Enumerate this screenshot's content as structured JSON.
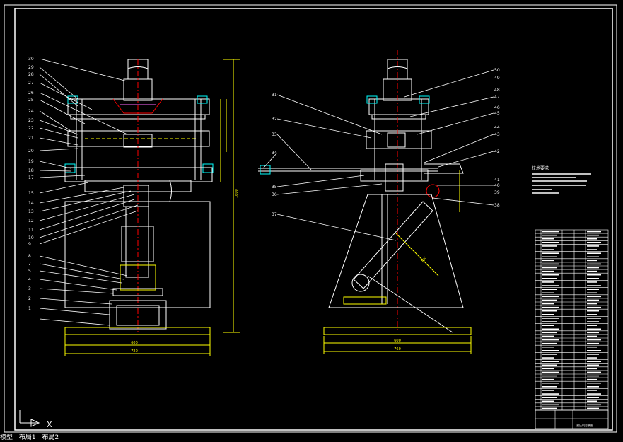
{
  "colors": {
    "background": "#000000",
    "white": "#ffffff",
    "yellow": "#ffff00",
    "cyan": "#00ffff",
    "red": "#ff0000",
    "magenta": "#ff66ff"
  },
  "front_view": {
    "callouts": [
      "30",
      "29",
      "28",
      "27",
      "26",
      "25",
      "24",
      "23",
      "22",
      "21",
      "20",
      "19",
      "18",
      "17",
      "15",
      "14",
      "13",
      "12",
      "11",
      "10",
      "9",
      "8",
      "7",
      "5",
      "4",
      "3",
      "2",
      "1"
    ],
    "dims": {
      "width": "720",
      "inner": "600",
      "height": "1600"
    }
  },
  "side_view": {
    "callouts_left": [
      "31",
      "32",
      "33",
      "34",
      "35",
      "36",
      "37"
    ],
    "callouts_right": [
      "50",
      "49",
      "48",
      "47",
      "46",
      "45",
      "44",
      "43",
      "42",
      "41",
      "40",
      "39",
      "38"
    ],
    "dims": {
      "width": "760",
      "inner": "600",
      "arm": "750"
    }
  },
  "tech_requirements": {
    "title": "技术要求"
  },
  "title_block": {
    "drawing_title": "液压机总装图"
  },
  "status_bar": {
    "tabs": [
      "模型",
      "布局1",
      "布局2"
    ]
  },
  "ucs_icon": {
    "axis_label": "X"
  }
}
